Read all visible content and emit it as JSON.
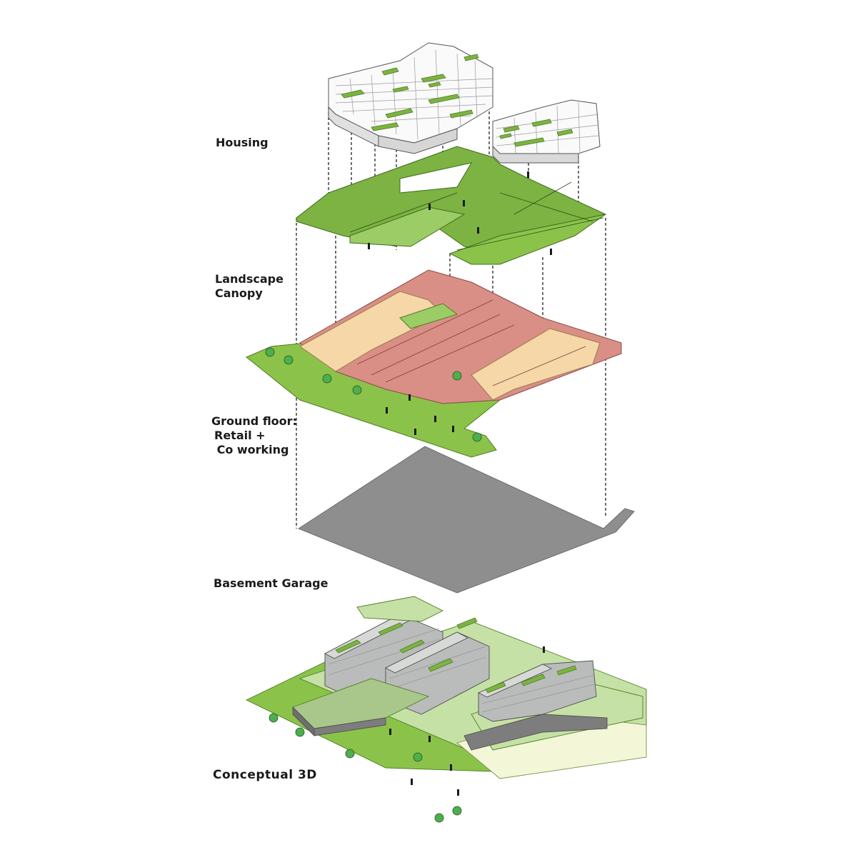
{
  "labels": {
    "housing": "Housing",
    "landscape_canopy_1": "Landscape",
    "landscape_canopy_2": "Canopy",
    "ground_floor_1": "Ground floor:",
    "ground_floor_2": "Retail +",
    "ground_floor_3": " Co working",
    "basement_garage": "Basement Garage",
    "conceptual_3d": "Conceptual 3D"
  },
  "colors": {
    "landscape_green": "#7cb342",
    "light_green": "#c5e1a5",
    "ground_green": "#8bc34a",
    "retail_pink": "#d98f86",
    "coworking_tan": "#f5d7a8",
    "basement_gray": "#8e8e8e",
    "housing_white": "#fafafa",
    "module_gray": "#b9bcba",
    "line_dark": "#222222"
  }
}
